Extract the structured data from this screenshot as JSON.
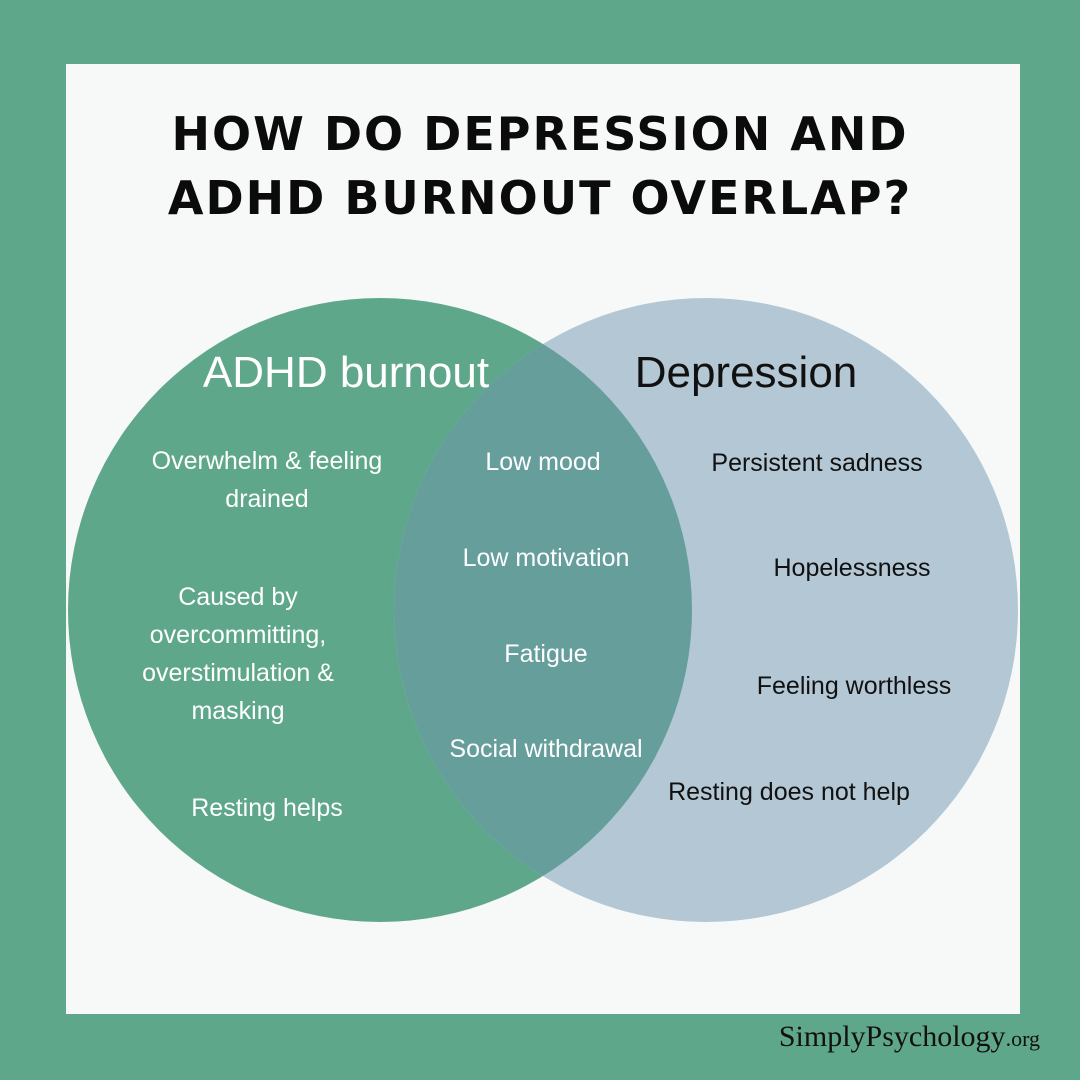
{
  "title": {
    "line1": "HOW DO DEPRESSION AND",
    "line2": "ADHD BURNOUT OVERLAP?"
  },
  "venn": {
    "left": {
      "title": "ADHD burnout",
      "color": "#5fa78b",
      "items": [
        "Overwhelm & feeling\ndrained",
        "Caused by\novercommitting,\noverstimulation &\nmasking",
        "Resting helps"
      ]
    },
    "right": {
      "title": "Depression",
      "color": "#b3c7d4",
      "items": [
        "Persistent sadness",
        "Hopelessness",
        "Feeling worthless",
        "Resting does not help"
      ]
    },
    "overlap": {
      "color": "#669e9b",
      "items": [
        "Low mood",
        "Low motivation",
        "Fatigue",
        "Social withdrawal"
      ]
    }
  },
  "footer": {
    "brand": "SimplyPsychology",
    "suffix": ".org"
  },
  "colors": {
    "background": "#5fa78b",
    "panel": "#f7f9f8"
  }
}
